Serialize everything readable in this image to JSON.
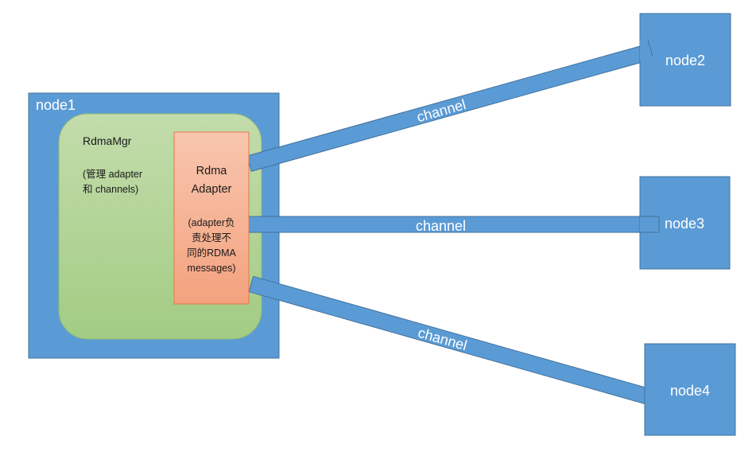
{
  "node1": {
    "label": "node1",
    "rdma_mgr": {
      "title": "RdmaMgr",
      "desc_line1": "(管理 adapter",
      "desc_line2": "和 channels)"
    },
    "adapter": {
      "title_line1": "Rdma",
      "title_line2": "Adapter",
      "desc_line1": "(adapter负",
      "desc_line2": "责处理不",
      "desc_line3": "同的RDMA",
      "desc_line4": "messages)"
    }
  },
  "node2": {
    "label": "node2"
  },
  "node3": {
    "label": "node3"
  },
  "node4": {
    "label": "node4"
  },
  "channels": {
    "to_node2": "channel",
    "to_node3": "channel",
    "to_node4": "channel"
  },
  "colors": {
    "node_fill": "#5b9bd5",
    "node_stroke": "#41719c",
    "mgr_fill_top": "#c1dca8",
    "mgr_fill_bottom": "#a3cd84",
    "mgr_stroke": "#9cc17f",
    "adapter_fill_top": "#f7c4ad",
    "adapter_fill_bottom": "#f4a582",
    "adapter_stroke": "#e0774a"
  }
}
